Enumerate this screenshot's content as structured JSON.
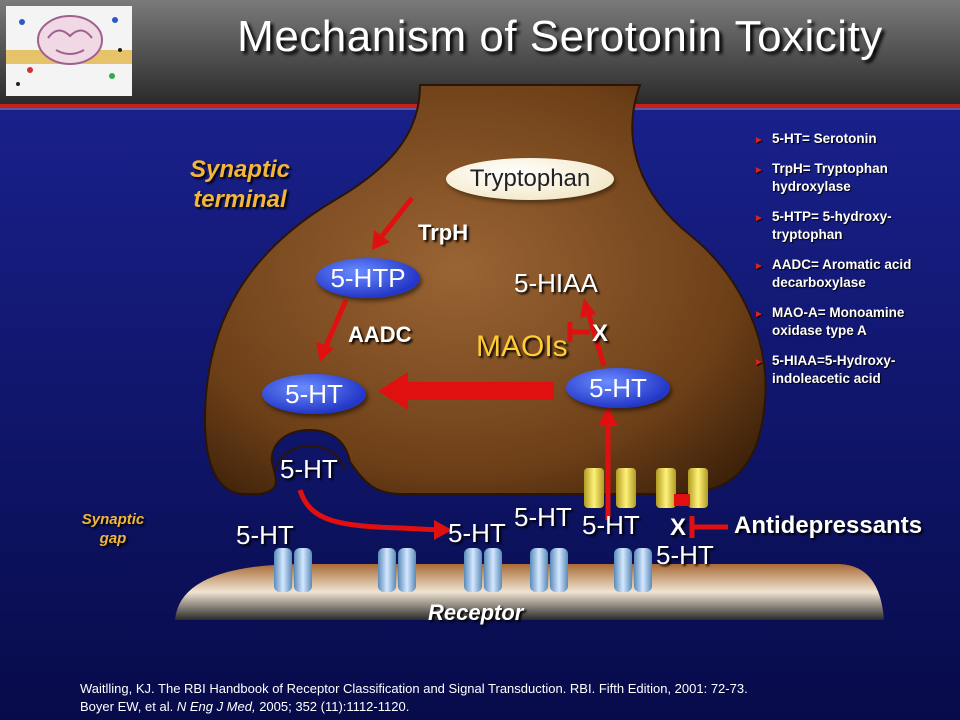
{
  "title": "Mechanism of Serotonin Toxicity",
  "labels": {
    "synaptic_terminal": "Synaptic terminal",
    "synaptic_gap": "Synaptic gap",
    "receptor": "Receptor",
    "tryptophan": "Tryptophan",
    "trph": "TrpH",
    "htp": "5-HTP",
    "aadc": "AADC",
    "ht": "5-HT",
    "hiaa": "5-HIAA",
    "maois": "MAOIs",
    "x": "X",
    "antidepressants": "Antidepressants"
  },
  "legend": [
    "5-HT= Serotonin",
    "TrpH= Tryptophan hydroxylase",
    "5-HTP= 5-hydroxy-tryptophan",
    "AADC= Aromatic acid decarboxylase",
    "MAO-A= Monoamine oxidase type A",
    "5-HIAA=5-Hydroxy-indoleacetic acid"
  ],
  "references": {
    "line1": "Waitlling, KJ. The RBI Handbook of Receptor Classification and Signal Transduction. RBI. Fifth Edition, 2001: 72-73.",
    "line2_prefix": "Boyer EW, et al. ",
    "line2_journal": "N Eng J Med,",
    "line2_suffix": " 2005; 352 (11):1112-1120."
  },
  "colors": {
    "background": "#0d1270",
    "terminal": "#7a4a1f",
    "arrow": "#e01010",
    "accent_line": "#c81e1e",
    "pill": "#2c40cc",
    "maois": "#ffcc33",
    "gold_label": "#f2b63a"
  }
}
